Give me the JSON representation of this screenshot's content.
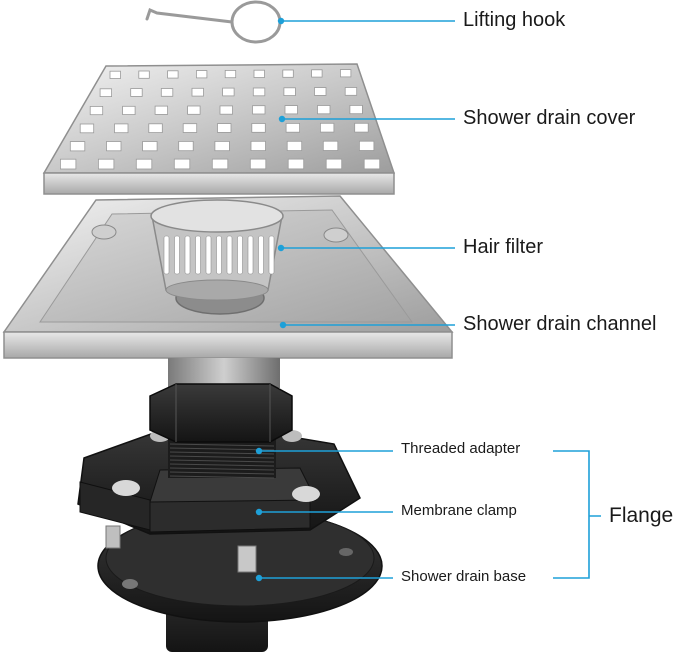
{
  "colors": {
    "leader": "#1ea0d8",
    "steel_light": "#e6e6e6",
    "steel_mid": "#bdbdbd",
    "steel_dark": "#8a8a8a",
    "plastic_dark": "#222222",
    "plastic_mid": "#3a3a3a"
  },
  "labels": {
    "lifting_hook": "Lifting hook",
    "drain_cover": "Shower drain cover",
    "hair_filter": "Hair filter",
    "drain_channel": "Shower drain channel",
    "threaded_adapter": "Threaded adapter",
    "membrane_clamp": "Membrane clamp",
    "drain_base": "Shower drain base",
    "flange": "Flange"
  }
}
